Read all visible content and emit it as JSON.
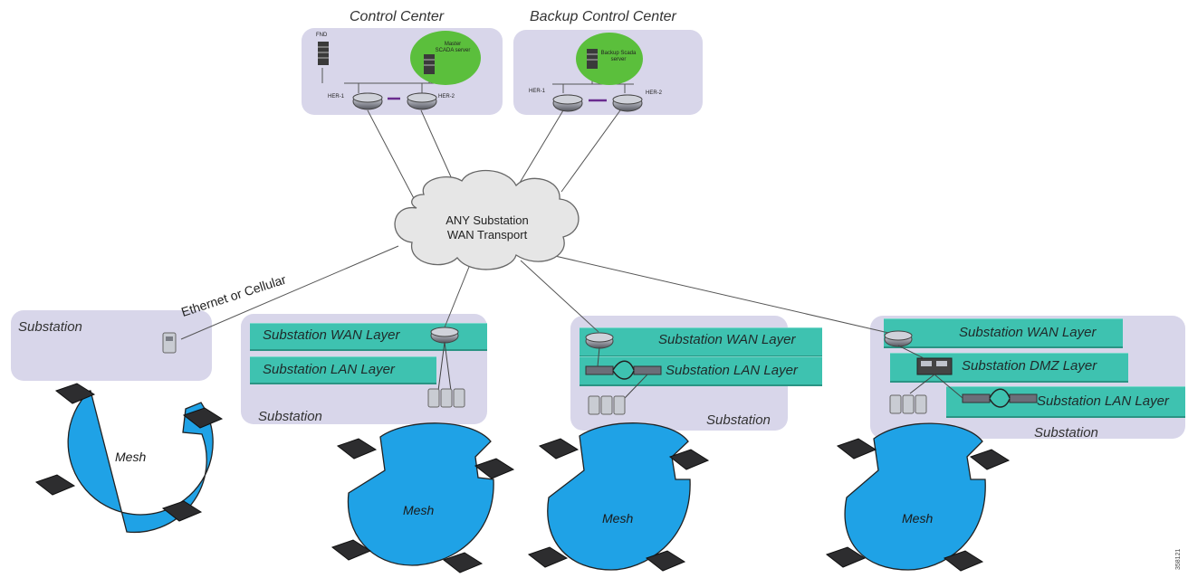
{
  "control_center": {
    "title": "Control Center",
    "fnd_label": "FND",
    "scada_label": "Master SCADA server",
    "her1_label": "HER-1",
    "her2_label": "HER-2"
  },
  "backup_center": {
    "title": "Backup Control Center",
    "scada_label": "Backup Scada server",
    "her1_label": "HER-1",
    "her2_label": "HER-2"
  },
  "cloud": {
    "line1": "ANY Substation",
    "line2": "WAN Transport"
  },
  "link_label": "Ethernet or Cellular",
  "substations": [
    {
      "label": "Substation",
      "mesh": "Mesh"
    },
    {
      "label": "Substation",
      "wan": "Substation WAN Layer",
      "lan": "Substation LAN Layer",
      "mesh": "Mesh"
    },
    {
      "label": "Substation",
      "wan": "Substation WAN Layer",
      "lan": "Substation LAN Layer",
      "mesh": "Mesh"
    },
    {
      "label": "Substation",
      "wan": "Substation WAN Layer",
      "dmz": "Substation DMZ Layer",
      "lan": "Substation LAN Layer",
      "mesh": "Mesh"
    }
  ],
  "figure_id": "358121",
  "colors": {
    "panel": "#d8d6ea",
    "layer": "#3ec2b0",
    "mesh": "#1fa2e6",
    "scada": "#5bbf3c",
    "cloud": "#e6e6e6"
  }
}
